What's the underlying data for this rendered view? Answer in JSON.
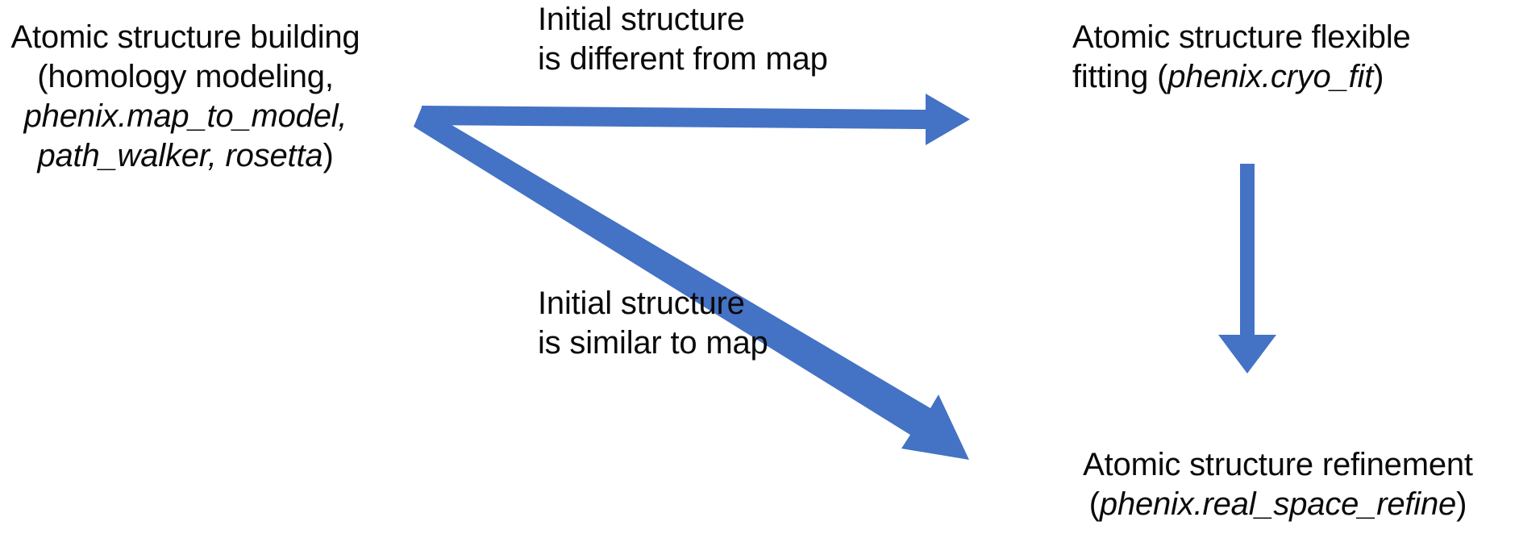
{
  "diagram": {
    "title": "Atomic structure workflow",
    "background_color": "#ffffff",
    "text_color": "#0a0a0a",
    "arrow_color": "#4472C4",
    "nodes": {
      "building": {
        "name": "atomic-structure-building",
        "lines": [
          {
            "text": "Atomic structure building",
            "italic": false
          },
          {
            "text": "(homology modeling,",
            "italic": false
          },
          {
            "text": "phenix.map_to_model,",
            "italic": true
          },
          {
            "text": "path_walker, rosetta",
            "italic": true
          },
          {
            "text": ")",
            "italic": false
          }
        ],
        "line1": "Atomic structure building",
        "line2": "(homology modeling,",
        "line3": "phenix.map_to_model,",
        "line4_italic": "path_walker, rosetta",
        "line4_tail": ")"
      },
      "flexible_fitting": {
        "name": "atomic-structure-flexible-fitting",
        "line1": "Atomic structure flexible",
        "line2_prefix": "fitting (",
        "line2_italic": "phenix.cryo_fit",
        "line2_suffix": ")"
      },
      "refinement": {
        "name": "atomic-structure-refinement",
        "line1": "Atomic structure refinement",
        "line2_prefix": "(",
        "line2_italic": "phenix.real_space_refine",
        "line2_suffix": ")"
      }
    },
    "edge_labels": {
      "different_from_map": {
        "line1": "Initial structure",
        "line2": "is different from map"
      },
      "similar_to_map": {
        "line1": "Initial structure",
        "line2": "is similar to map"
      }
    },
    "arrows": [
      {
        "name": "arrow-building-to-flexible-fitting",
        "from": "building",
        "to": "flexible_fitting",
        "direction": "right",
        "color": "#4472C4"
      },
      {
        "name": "arrow-building-to-refinement",
        "from": "building",
        "to": "refinement",
        "direction": "down-right",
        "color": "#4472C4"
      },
      {
        "name": "arrow-flexible-fitting-to-refinement",
        "from": "flexible_fitting",
        "to": "refinement",
        "direction": "down",
        "color": "#4472C4"
      }
    ]
  }
}
